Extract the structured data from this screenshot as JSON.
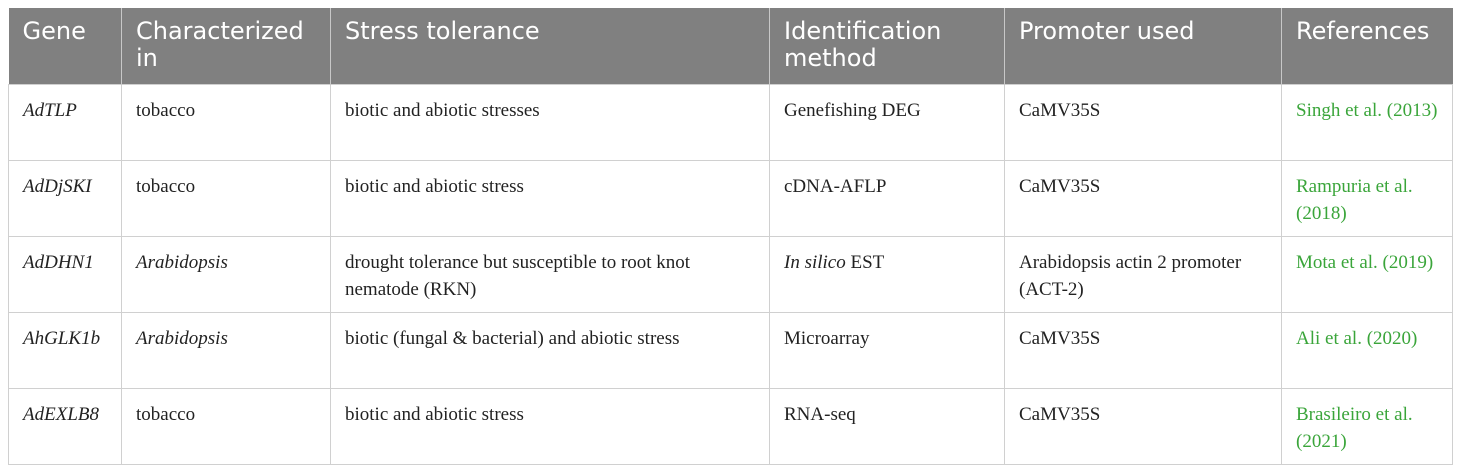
{
  "table": {
    "headers": [
      "Gene",
      "Characterized in",
      "Stress tolerance",
      "Identification method",
      "Promoter used",
      "References"
    ],
    "rows": [
      {
        "gene": "AdTLP",
        "characterized_in": "tobacco",
        "stress_tolerance": "biotic and abiotic stresses",
        "method_prefix": "",
        "method": "Genefishing DEG",
        "promoter": "CaMV35S",
        "reference": "Singh et al. (2013)"
      },
      {
        "gene": "AdDjSKI",
        "characterized_in": "tobacco",
        "stress_tolerance": "biotic and abiotic stress",
        "method_prefix": "",
        "method": "cDNA-AFLP",
        "promoter": "CaMV35S",
        "reference": "Rampuria et al. (2018)"
      },
      {
        "gene": "AdDHN1",
        "characterized_in": "Arabidopsis",
        "stress_tolerance": "drought tolerance but susceptible to root knot nematode (RKN)",
        "method_prefix": "In silico",
        "method": " EST",
        "promoter": "Arabidopsis actin 2 promoter (ACT-2)",
        "reference": "Mota et al. (2019)"
      },
      {
        "gene": "AhGLK1b",
        "characterized_in": "Arabidopsis",
        "stress_tolerance": "biotic (fungal & bacterial) and abiotic stress",
        "method_prefix": "",
        "method": "Microarray",
        "promoter": "CaMV35S",
        "reference": "Ali et al. (2020)"
      },
      {
        "gene": "AdEXLB8",
        "characterized_in": "tobacco",
        "stress_tolerance": "biotic and abiotic stress",
        "method_prefix": "",
        "method": "RNA-seq",
        "promoter": "CaMV35S",
        "reference": "Brasileiro et al. (2021)"
      }
    ]
  },
  "colors": {
    "header_bg": "#808080",
    "header_text": "#ffffff",
    "reference_link": "#3aa53a",
    "grid": "#d0d0d0"
  }
}
